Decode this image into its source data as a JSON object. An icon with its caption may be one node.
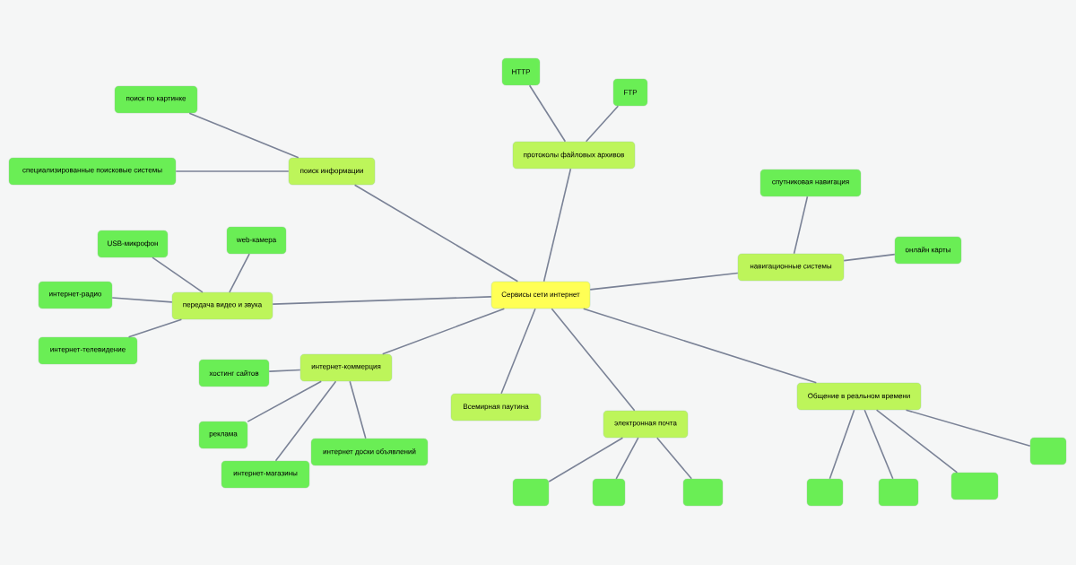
{
  "diagram": {
    "nodes": [
      {
        "text": [
          "HTTP"
        ]
      },
      {
        "text": [
          "FTP"
        ]
      },
      {
        "text": [
          "поиск по картинке"
        ]
      },
      {
        "text": [
          "протоколы файловых архивов"
        ]
      },
      {
        "text": [
          "специализированные поисковые системы"
        ]
      },
      {
        "text": [
          "поиск информации"
        ]
      },
      {
        "text": [
          "спутниковая навигация"
        ]
      },
      {
        "text": [
          "USB-микрофон"
        ]
      },
      {
        "text": [
          "web-камера"
        ]
      },
      {
        "text": [
          "онлайн карты"
        ]
      },
      {
        "text": [
          "навигационные системы"
        ]
      },
      {
        "text": [
          "интернет-радио"
        ]
      },
      {
        "text": [
          "Сервисы сети интернет"
        ]
      },
      {
        "text": [
          "передача видео и звука"
        ]
      },
      {
        "text": [
          "интернет-телевидение"
        ]
      },
      {
        "text": [
          "хостинг сайтов"
        ]
      },
      {
        "text": [
          "интернет-коммерция"
        ]
      },
      {
        "text": [
          "Общение в реальном времени"
        ]
      },
      {
        "text": [
          "Всемирная паутина"
        ]
      },
      {
        "text": [
          "электронная почта"
        ]
      },
      {
        "text": [
          "реклама"
        ]
      },
      {
        "text": [
          "интернет доски объявлений"
        ]
      },
      {
        "text": [],
        "shape": "box"
      },
      {
        "text": [
          "интернет-магазины"
        ]
      },
      {
        "text": [],
        "shape": "box"
      },
      {
        "text": [],
        "shape": "box"
      },
      {
        "text": [],
        "shape": "box"
      },
      {
        "text": [],
        "shape": "box"
      },
      {
        "text": [],
        "shape": "box"
      },
      {
        "text": [],
        "shape": "box"
      }
    ],
    "edges": [
      {
        "from": 12,
        "to": 3,
        "arrow": "none"
      },
      {
        "from": 12,
        "to": 5,
        "arrow": "none"
      },
      {
        "from": 12,
        "to": 10,
        "arrow": "none"
      },
      {
        "from": 12,
        "to": 13,
        "arrow": "none"
      },
      {
        "from": 12,
        "to": 16,
        "arrow": "none"
      },
      {
        "from": 12,
        "to": 17,
        "arrow": "none"
      },
      {
        "from": 12,
        "to": 18,
        "arrow": "none"
      },
      {
        "from": 12,
        "to": 19,
        "arrow": "none"
      },
      {
        "from": 3,
        "to": 0,
        "arrow": "none"
      },
      {
        "from": 3,
        "to": 1,
        "arrow": "none"
      },
      {
        "from": 5,
        "to": 2,
        "arrow": "none"
      },
      {
        "from": 5,
        "to": 4,
        "arrow": "none"
      },
      {
        "from": 10,
        "to": 6,
        "arrow": "none"
      },
      {
        "from": 10,
        "to": 9,
        "arrow": "none"
      },
      {
        "from": 13,
        "to": 7,
        "arrow": "none"
      },
      {
        "from": 13,
        "to": 8,
        "arrow": "none"
      },
      {
        "from": 13,
        "to": 11,
        "arrow": "none"
      },
      {
        "from": 13,
        "to": 14,
        "arrow": "none"
      },
      {
        "from": 16,
        "to": 15,
        "arrow": "none"
      },
      {
        "from": 16,
        "to": 20,
        "arrow": "none"
      },
      {
        "from": 16,
        "to": 21,
        "arrow": "none"
      },
      {
        "from": 16,
        "to": 23,
        "arrow": "none"
      },
      {
        "from": 19,
        "to": 25,
        "arrow": "none"
      },
      {
        "from": 19,
        "to": 26,
        "arrow": "none"
      },
      {
        "from": 19,
        "to": 27,
        "arrow": "none"
      },
      {
        "from": 17,
        "to": 22,
        "arrow": "none"
      },
      {
        "from": 17,
        "to": 24,
        "arrow": "none"
      },
      {
        "from": 17,
        "to": 28,
        "arrow": "none"
      },
      {
        "from": 17,
        "to": 29,
        "arrow": "none"
      }
    ]
  }
}
